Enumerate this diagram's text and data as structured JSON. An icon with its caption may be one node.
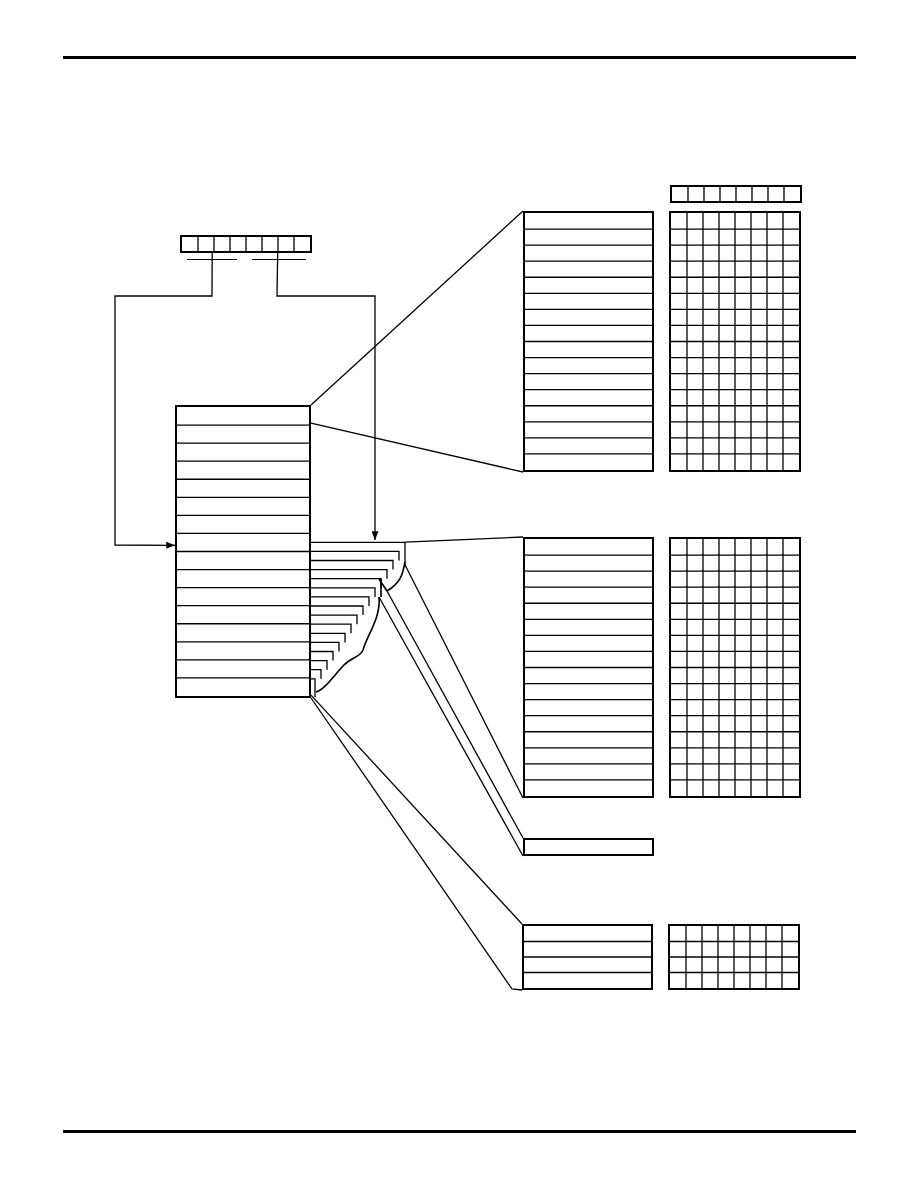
{
  "diagram": {
    "nodes": [
      {
        "text": [],
        "shape": "box"
      },
      {
        "text": [],
        "shape": "box"
      },
      {
        "text": [],
        "shape": "box"
      },
      {
        "text": [],
        "shape": "box"
      },
      {
        "text": [],
        "shape": "box"
      },
      {
        "text": [],
        "shape": "stack"
      },
      {
        "text": [],
        "shape": "box"
      },
      {
        "text": [],
        "shape": "box"
      },
      {
        "text": [],
        "shape": "box"
      },
      {
        "text": [],
        "shape": "box"
      },
      {
        "text": [],
        "shape": "box"
      }
    ],
    "edges": [
      {
        "from": 3,
        "to": 4,
        "arrow": "to"
      },
      {
        "from": 3,
        "to": 5,
        "arrow": "to"
      },
      {
        "from": 4,
        "to": 1,
        "arrow": "none"
      },
      {
        "from": 4,
        "to": 1,
        "arrow": "none"
      },
      {
        "from": 5,
        "to": 6,
        "arrow": "none"
      },
      {
        "from": 5,
        "to": 6,
        "arrow": "none"
      },
      {
        "from": 5,
        "to": 8,
        "arrow": "none"
      },
      {
        "from": 5,
        "to": 8,
        "arrow": "none"
      },
      {
        "from": 4,
        "to": 9,
        "arrow": "none"
      },
      {
        "from": 4,
        "to": 9,
        "arrow": "none"
      }
    ]
  }
}
